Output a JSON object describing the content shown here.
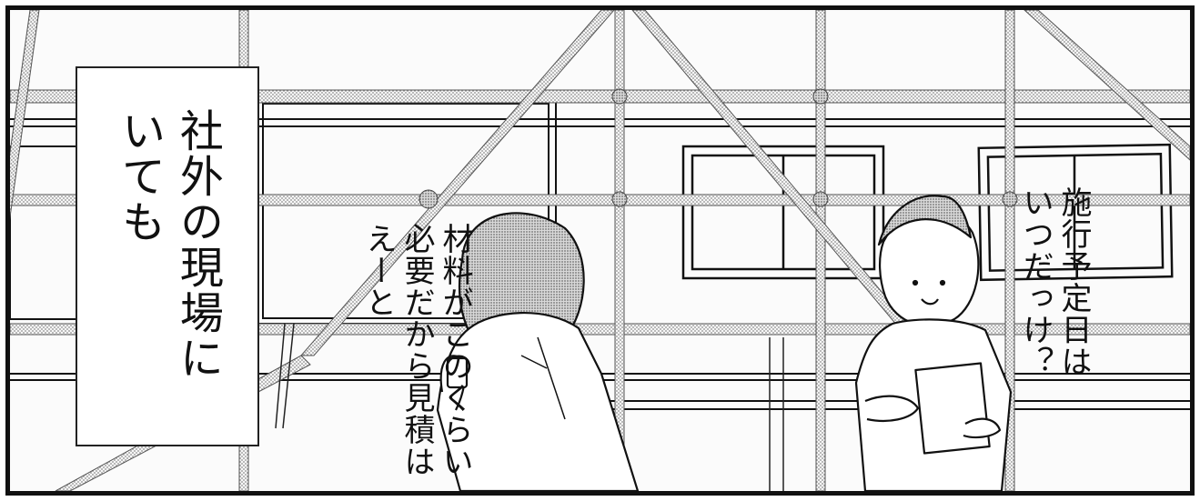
{
  "narration": {
    "lines": [
      "社外の現場に",
      "いても"
    ]
  },
  "speech_left": {
    "lines": [
      "材料がこのくらい",
      "必要だから見積は",
      "えーと"
    ]
  },
  "speech_right": {
    "lines": [
      "施行予定日は",
      "いつだっけ？"
    ]
  },
  "colors": {
    "ink": "#111111",
    "paper": "#ffffff",
    "screentone": "#bcbcbc"
  }
}
